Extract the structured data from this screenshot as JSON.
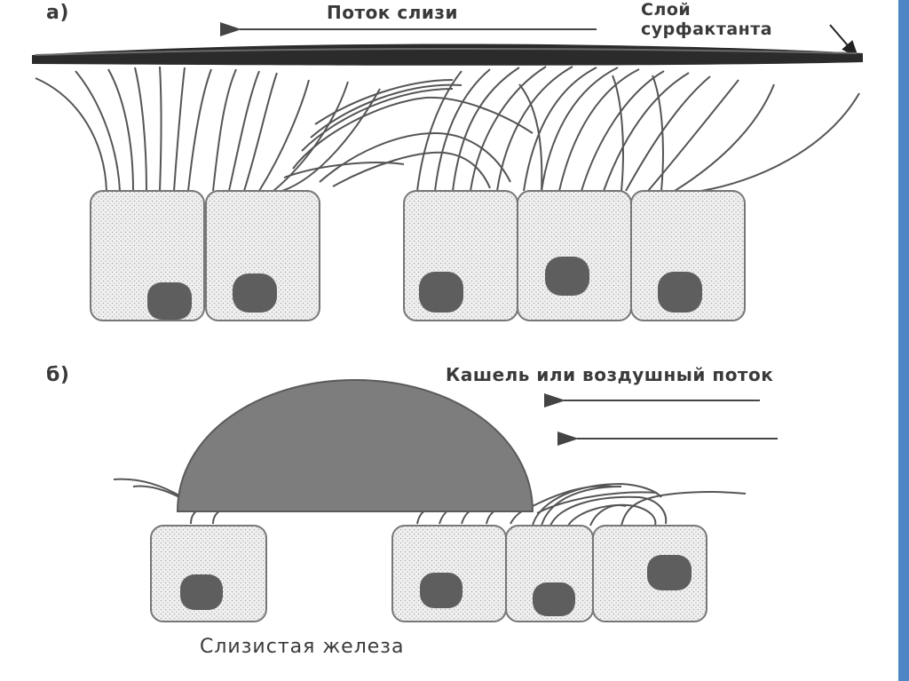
{
  "labels": {
    "panel_a": "а)",
    "mucus_flow": "Поток слизи",
    "surfactant_line1": "Слой",
    "surfactant_line2": "сурфактанта",
    "panel_b": "б)",
    "cough": "Кашель или воздушный поток",
    "gland": "Слизистая железа"
  },
  "colors": {
    "accent_bar": "#4f86c6",
    "mucus_blob": "#7d7d7d",
    "nucleus": "#5e5e5e",
    "cell_fill": "#ececec",
    "line": "#555555"
  }
}
